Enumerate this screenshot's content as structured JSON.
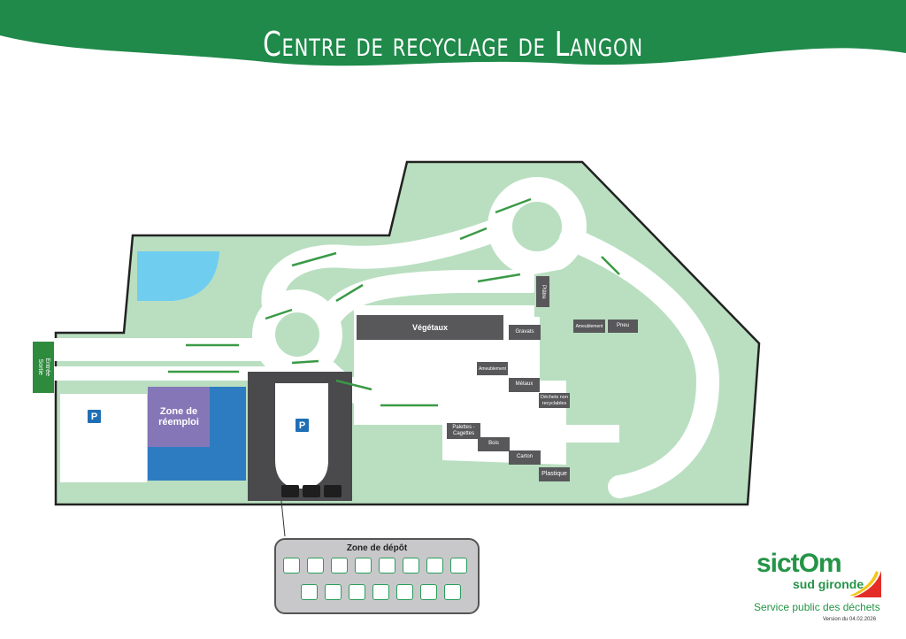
{
  "header": {
    "title": "Centre de recyclage de Langon"
  },
  "entrance": {
    "label_line1": "Entrée",
    "label_line2": "Sortie"
  },
  "parking": {
    "symbol": "P"
  },
  "zones": {
    "reemploi": "Zone de réemploi",
    "depot": "Zone de dépôt"
  },
  "bins": [
    {
      "label": "Végétaux"
    },
    {
      "label": "Gravats"
    },
    {
      "label": "Plâtre"
    },
    {
      "label": "Ameublement"
    },
    {
      "label": "Pneu"
    },
    {
      "label": "Ameublement"
    },
    {
      "label": "Métaux"
    },
    {
      "label": "Déchets non recyclables"
    },
    {
      "label": "Palettes - Cagettes"
    },
    {
      "label": "Bois"
    },
    {
      "label": "Carton"
    },
    {
      "label": "Plastique"
    }
  ],
  "depot_icons": [
    "appliances-icon",
    "electric-tools-icon",
    "garden-tools-icon",
    "battery-icon",
    "chemical-bottles-icon",
    "cartridge-icon",
    "cleaning-products-icon",
    "cooking-oil-icon",
    "motor-oil-icon",
    "bulb-icon",
    "pallet-icon",
    "textile-icon",
    "tire-icon",
    "radiograph-icon",
    "clothing-icon"
  ],
  "brand": {
    "logo": "sictOm sud gironde",
    "tagline": "Service public des déchets",
    "version": "Version du 04.02.2026"
  },
  "colors": {
    "green": "#1f8a4a",
    "grass": "#b9dfc0",
    "bins": "#58585a",
    "reemploi": "#8577b7",
    "blue": "#2d7cc1"
  }
}
